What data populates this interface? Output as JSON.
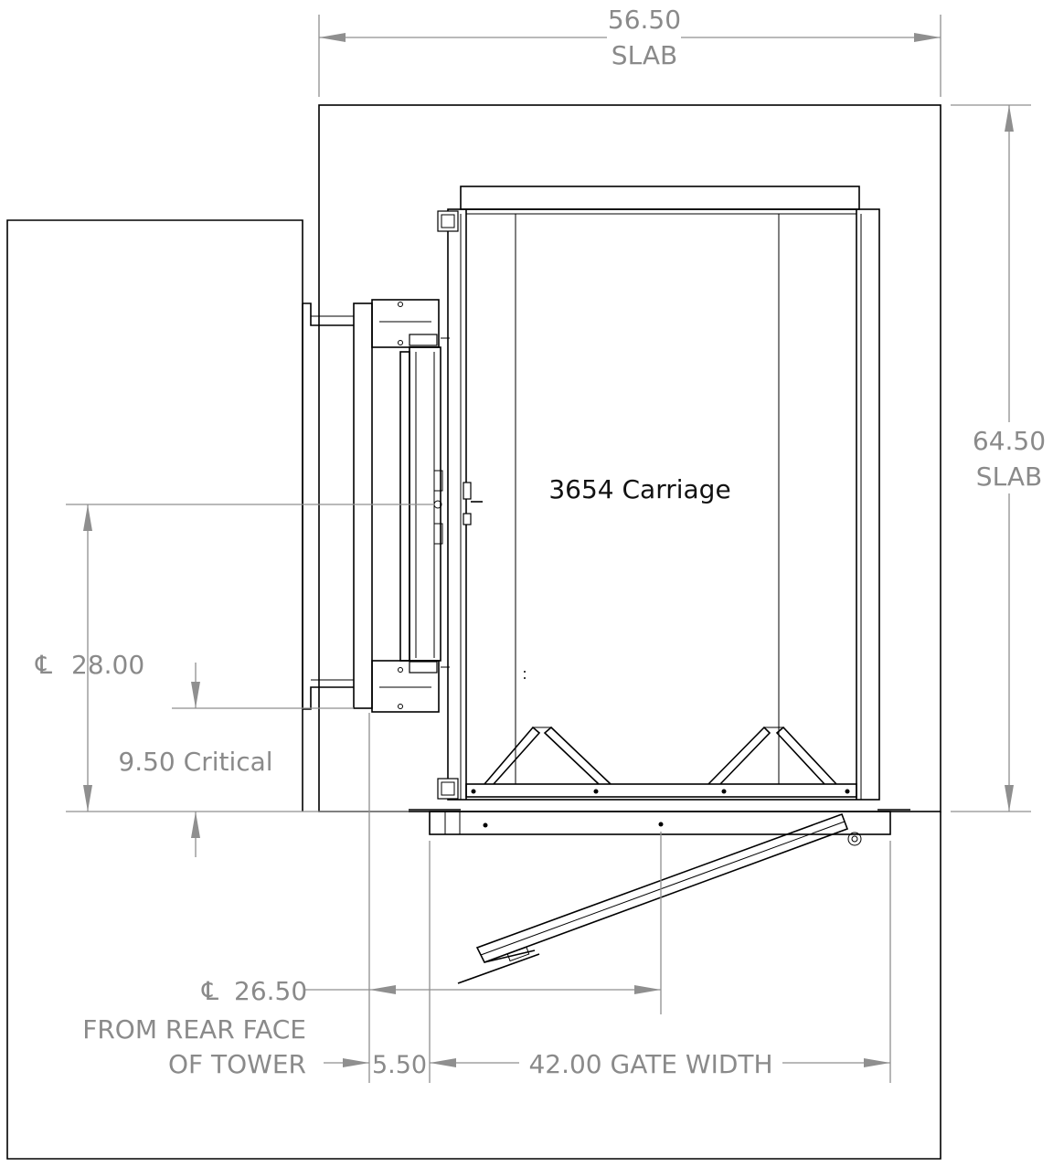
{
  "labels": {
    "carriage": "3654 Carriage",
    "slab_width_value": "56.50",
    "slab_width_label": "SLAB",
    "slab_depth_value": "64.50",
    "slab_depth_label": "SLAB",
    "centerline_symbol": "℄",
    "centerline_28": "28.00",
    "critical": "9.50 Critical",
    "centerline_26": "26.50",
    "rear_face_line1": "FROM REAR FACE",
    "rear_face_line2": "OF TOWER",
    "offset_550": "5.50",
    "gate_width": "42.00 GATE WIDTH"
  },
  "colors": {
    "dimension": "#8a8a8a",
    "object": "#000000",
    "background": "#ffffff"
  }
}
